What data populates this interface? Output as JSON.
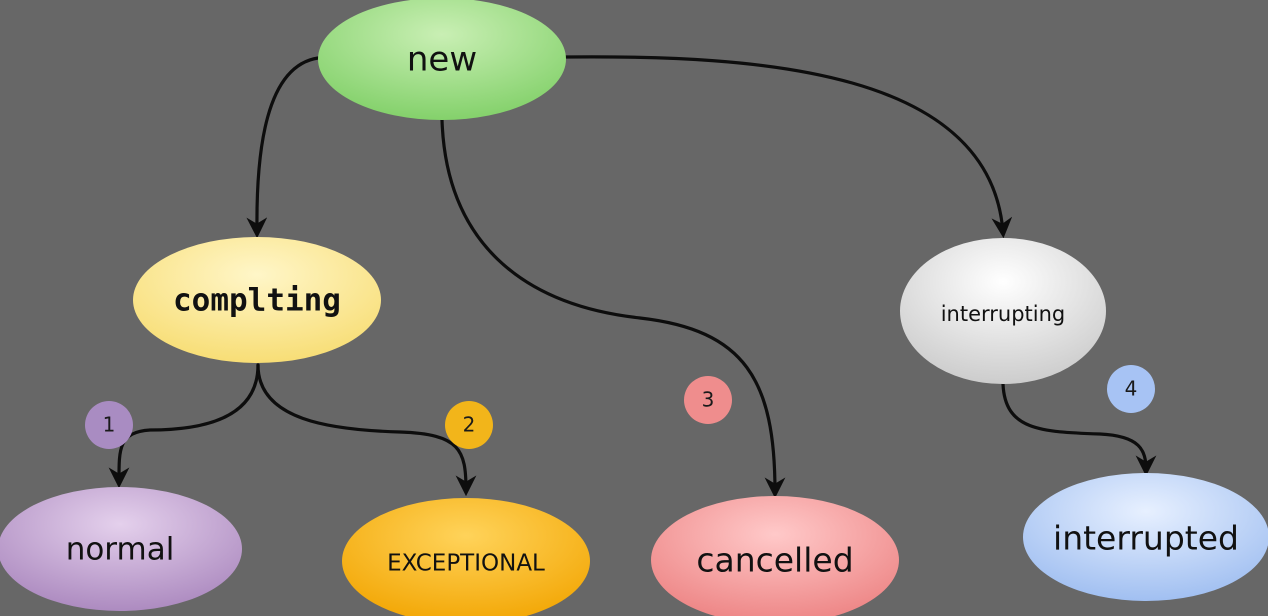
{
  "diagram": {
    "nodes": {
      "new": {
        "label": "new",
        "color_top": "#c9efb4",
        "color_bottom": "#7fcf66"
      },
      "completing": {
        "label": "complting",
        "color_top": "#fff6c8",
        "color_bottom": "#f7dc70"
      },
      "interrupting": {
        "label": "interrupting",
        "color_top": "#ffffff",
        "color_bottom": "#c9c9c9"
      },
      "normal": {
        "label": "normal",
        "color_top": "#e4d0ec",
        "color_bottom": "#a986bd"
      },
      "exceptional": {
        "label": "EXCEPTIONAL",
        "color_top": "#ffd35a",
        "color_bottom": "#f2a400"
      },
      "cancelled": {
        "label": "cancelled",
        "color_top": "#ffc9c9",
        "color_bottom": "#ec8080"
      },
      "interrupted": {
        "label": "interrupted",
        "color_top": "#e7f0ff",
        "color_bottom": "#9cbcf0"
      }
    },
    "badges": {
      "b1": {
        "label": "1",
        "color": "#a98cc2"
      },
      "b2": {
        "label": "2",
        "color": "#f2b51a"
      },
      "b3": {
        "label": "3",
        "color": "#ef8d8d"
      },
      "b4": {
        "label": "4",
        "color": "#a7c3f4"
      }
    },
    "edges": [
      {
        "from": "new",
        "to": "completing"
      },
      {
        "from": "new",
        "to": "cancelled"
      },
      {
        "from": "new",
        "to": "interrupting"
      },
      {
        "from": "completing",
        "to": "normal"
      },
      {
        "from": "completing",
        "to": "exceptional"
      },
      {
        "from": "interrupting",
        "to": "interrupted"
      }
    ]
  }
}
